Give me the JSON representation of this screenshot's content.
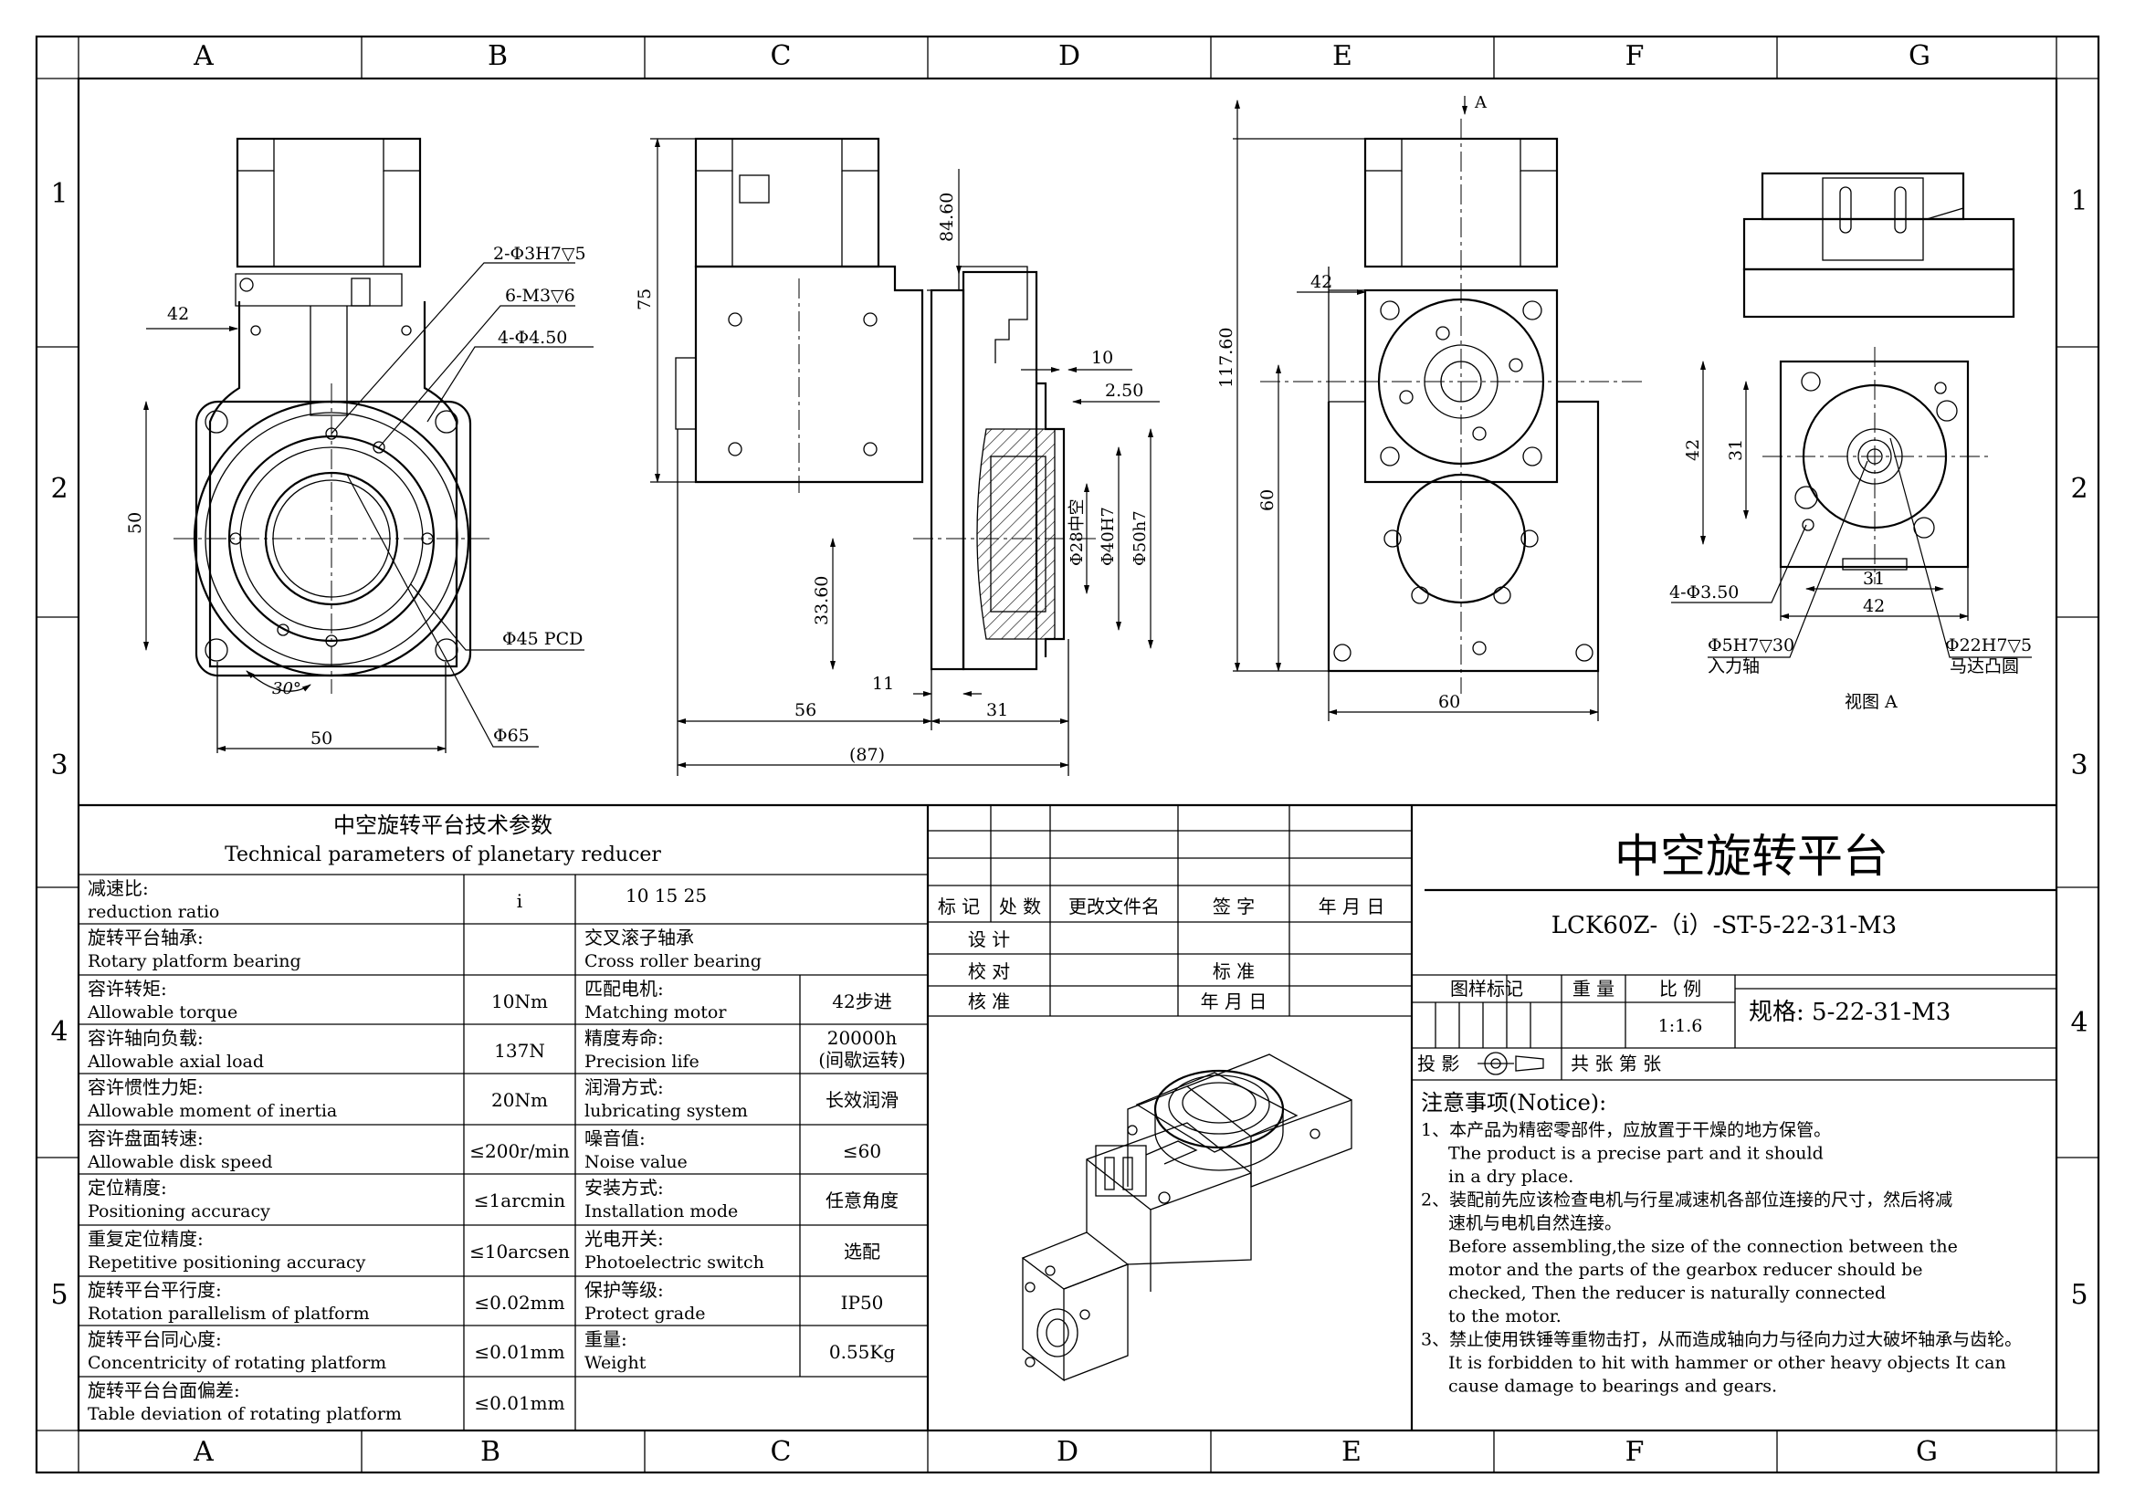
{
  "zones": {
    "columns": [
      "A",
      "B",
      "C",
      "D",
      "E",
      "F",
      "G"
    ],
    "rows": [
      "1",
      "2",
      "3",
      "4",
      "5"
    ]
  },
  "dims": {
    "front": {
      "w42": "42",
      "holes_a": "2-Φ3H7▽5",
      "holes_b": "6-M3▽6",
      "holes_c": "4-Φ4.50",
      "h50": "50",
      "pcd": "Φ45 PCD",
      "d65": "Φ65",
      "w50": "50",
      "ang": "30°"
    },
    "side": {
      "h75": "75",
      "h8460": "84.60",
      "w10": "10",
      "w250": "2.50",
      "d28": "Φ28中空",
      "d40": "Φ40H7",
      "d50": "Φ50h7",
      "h3360": "33.60",
      "w11": "11",
      "w56": "56",
      "w31": "31",
      "w87": "(87)"
    },
    "rear": {
      "arrow": "A",
      "w42": "42",
      "h11760": "117.60",
      "h60": "60",
      "w60": "60"
    },
    "viewA": {
      "h42": "42",
      "h31": "31",
      "w31": "31",
      "w42": "42",
      "holes": "4-Φ3.50",
      "in_d": "Φ5H7▽30",
      "in_lbl": "入力轴",
      "boss_d": "Φ22H7▽5",
      "boss_lbl": "马达凸圆",
      "caption": "视图 A"
    }
  },
  "params": {
    "title_cn": "中空旋转平台技术参数",
    "title_en": "Technical parameters of planetary reducer",
    "rows": [
      {
        "l_cn": "减速比:",
        "l_en": "reduction ratio",
        "lv": "i",
        "r_cn": "10  15  25",
        "r_en": "",
        "rv": ""
      },
      {
        "l_cn": "旋转平台轴承:",
        "l_en": "Rotary platform bearing",
        "lv": "",
        "r_cn": "交叉滚子轴承",
        "r_en": "Cross roller bearing",
        "rv": ""
      },
      {
        "l_cn": "容许转矩:",
        "l_en": "Allowable torque",
        "lv": "10Nm",
        "r_cn": "匹配电机:",
        "r_en": "Matching motor",
        "rv": "42步进"
      },
      {
        "l_cn": "容许轴向负载:",
        "l_en": "Allowable axial load",
        "lv": "137N",
        "r_cn": "精度寿命:",
        "r_en": "Precision life",
        "rv": "20000h\n(间歇运转)"
      },
      {
        "l_cn": "容许惯性力矩:",
        "l_en": "Allowable moment of inertia",
        "lv": "20Nm",
        "r_cn": "润滑方式:",
        "r_en": "lubricating system",
        "rv": "长效润滑"
      },
      {
        "l_cn": "容许盘面转速:",
        "l_en": "Allowable disk speed",
        "lv": "≤200r/min",
        "r_cn": "噪音值:",
        "r_en": "Noise value",
        "rv": "≤60"
      },
      {
        "l_cn": "定位精度:",
        "l_en": "Positioning accuracy",
        "lv": "≤1arcmin",
        "r_cn": "安装方式:",
        "r_en": "Installation mode",
        "rv": "任意角度"
      },
      {
        "l_cn": "重复定位精度:",
        "l_en": "Repetitive positioning accuracy",
        "lv": "≤10arcsen",
        "r_cn": "光电开关:",
        "r_en": "Photoelectric switch",
        "rv": "选配"
      },
      {
        "l_cn": "旋转平台平行度:",
        "l_en": "Rotation parallelism of platform",
        "lv": "≤0.02mm",
        "r_cn": "保护等级:",
        "r_en": "Protect grade",
        "rv": "IP50"
      },
      {
        "l_cn": "旋转平台同心度:",
        "l_en": "Concentricity of rotating platform",
        "lv": "≤0.01mm",
        "r_cn": "重量:",
        "r_en": "Weight",
        "rv": "0.55Kg"
      },
      {
        "l_cn": "旋转平台台面偏差:",
        "l_en": "Table deviation of rotating platform",
        "lv": "≤0.01mm",
        "r_cn": "",
        "r_en": "",
        "rv": ""
      }
    ]
  },
  "revision": {
    "h1": "标 记",
    "h2": "处 数",
    "h3": "更改文件名",
    "h4": "签  字",
    "h5": "年 月 日",
    "design": "设  计",
    "check": "校  对",
    "approve": "核  准",
    "standard": "标  准",
    "date": "年 月 日"
  },
  "titleblock": {
    "title": "中空旋转平台",
    "model": "LCK60Z-（i）-ST-5-22-31-M3",
    "mark": "图样标记",
    "weight": "重 量",
    "scale": "比  例",
    "scale_val": "1:1.6",
    "spec": "规格: 5-22-31-M3",
    "projection": "投 影",
    "sheets": "共    张 第    张"
  },
  "notice": {
    "heading": "注意事项(Notice):",
    "lines": [
      "1、本产品为精密零部件，应放置于干燥的地方保管。",
      "The product is a precise part and it should",
      "in a dry place.",
      "2、装配前先应该检查电机与行星减速机各部位连接的尺寸，然后将减",
      "速机与电机自然连接。",
      "Before assembling,the size of the connection between the",
      "motor and the parts of the gearbox reducer should be",
      "checked, Then the reducer is naturally connected",
      "to the motor.",
      "3、禁止使用铁锤等重物击打，从而造成轴向力与径向力过大破坏轴承与齿轮。",
      "It is forbidden to hit with hammer or other heavy objects It can",
      "cause damage to bearings and gears."
    ]
  }
}
